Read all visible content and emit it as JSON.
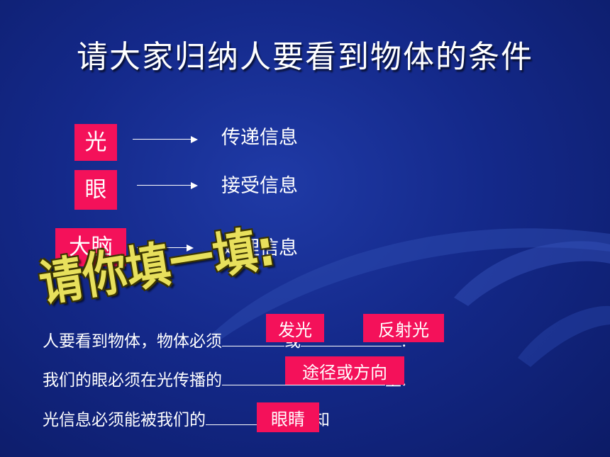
{
  "title": "请大家归纳人要看到物体的条件",
  "conditions": [
    {
      "tag": "光",
      "desc": "传递信息"
    },
    {
      "tag": "眼",
      "desc": "接受信息"
    },
    {
      "tag": "大脑",
      "desc": "处理信息"
    }
  ],
  "wordart": "请你填一填:",
  "fill": {
    "line1": {
      "prefix": "人要看到物体，物体必须",
      "mid": "或",
      "end": ".",
      "answer1": "发光",
      "answer2": "反射光"
    },
    "line2": {
      "prefix": "我们的眼必须在光传播的",
      "end": "上.",
      "answer": "途径或方向"
    },
    "line3": {
      "prefix": "光信息必须能被我们的",
      "end": "所感知",
      "answer": "眼睛"
    }
  },
  "colors": {
    "background": "#14298a",
    "tag": "#f4115a",
    "wordart": "#e8e05c"
  }
}
